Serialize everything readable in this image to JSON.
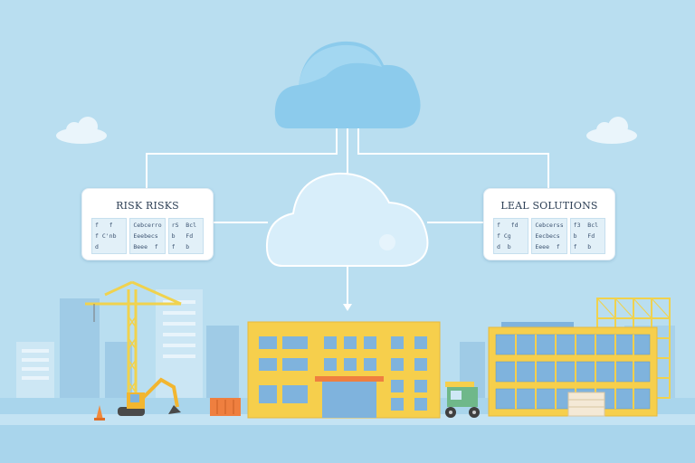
{
  "colors": {
    "sky": "#b9def0",
    "cloud": "#8ccbec",
    "building_yellow": "#f6cf4c",
    "window_blue": "#7fb3dd",
    "crane": "#f0d24e",
    "connector": "#ffffff"
  },
  "left_card": {
    "title": "RISK RISKS",
    "cells": [
      "f   f\nf C'nb\nd",
      "Cebcerro\nEeebecs\nBeee  f",
      "rS  Bcl\nb   Fd\nf   b"
    ]
  },
  "right_card": {
    "title": "LEAL SOLUTIONS",
    "cells": [
      "f   fd\nf Cg\nd  b",
      "Cebcerss\nEecbecs\nEeee  f",
      "f3  Bcl\nb   Fd\nf   b"
    ]
  },
  "icons": [
    "cloud-icon",
    "crane-icon",
    "excavator-icon",
    "forklift-icon",
    "traffic-cone-icon",
    "building-icon"
  ]
}
